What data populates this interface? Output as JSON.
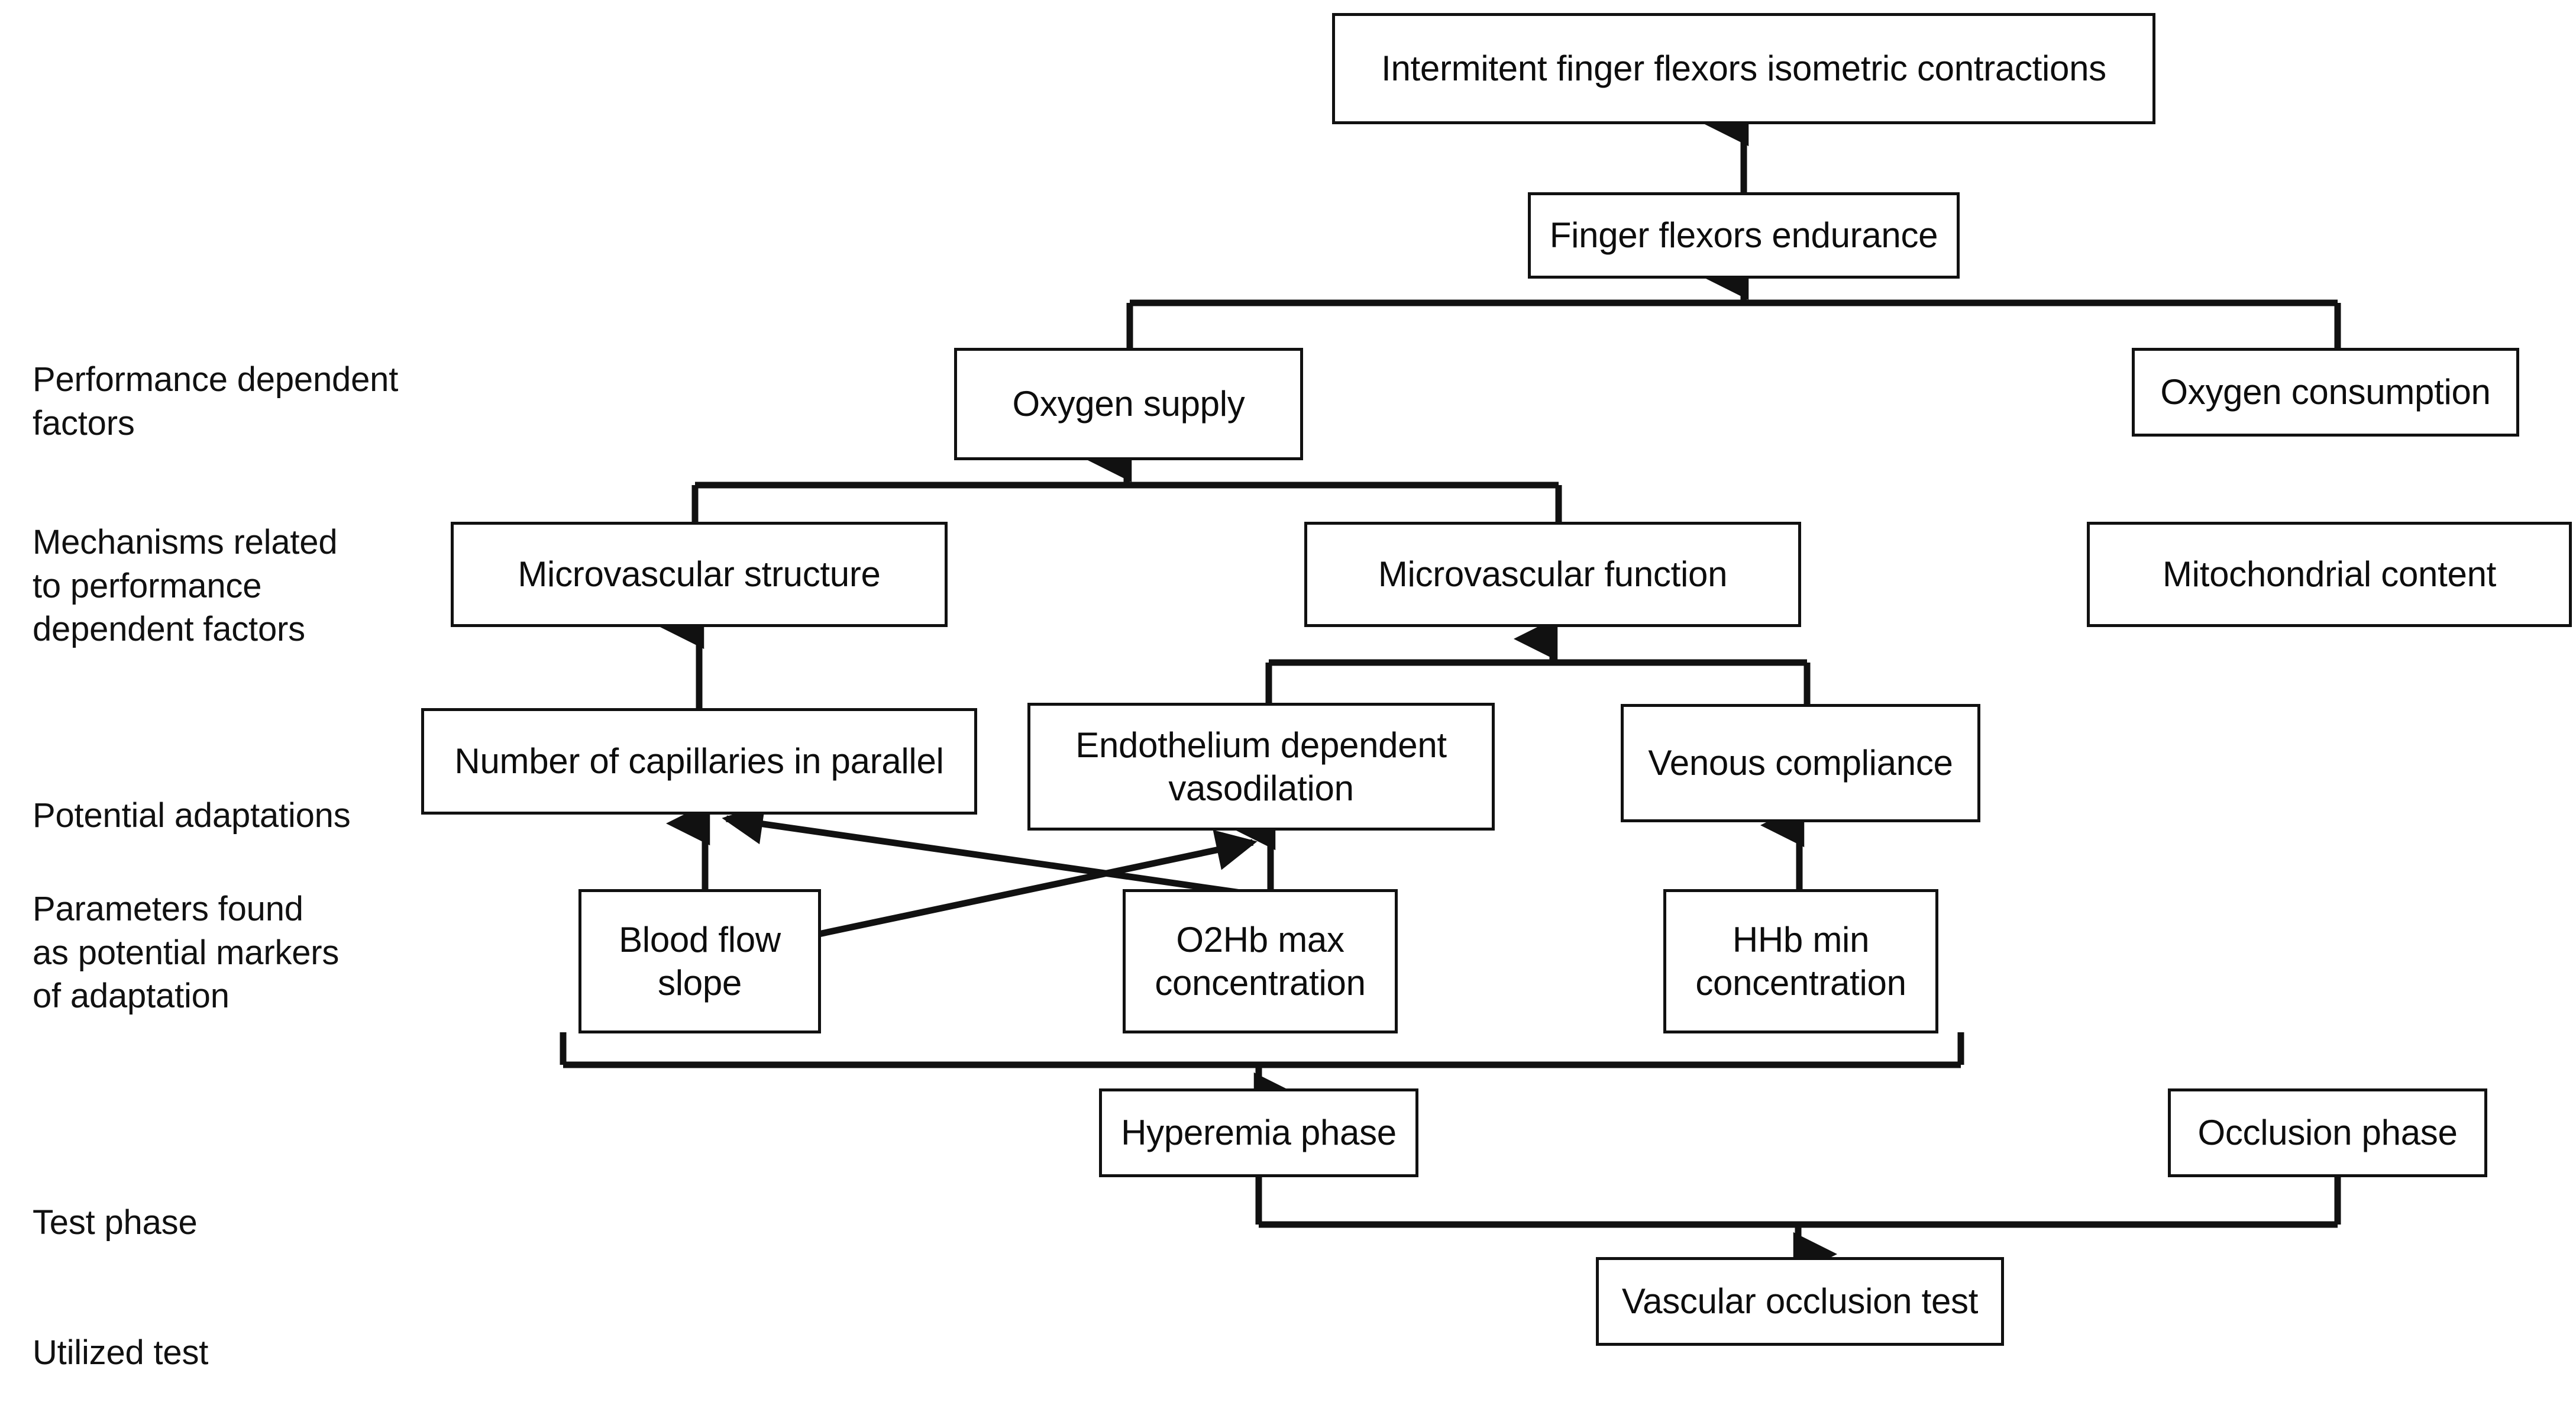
{
  "diagram": {
    "title_present": false,
    "background_color": "#ffffff",
    "line_color": "#111111",
    "box_border_color": "#111111",
    "text_color": "#0d0d0d"
  },
  "tier_labels": [
    {
      "id": "performance-dependent-factors",
      "text": "Performance dependent\nfactors"
    },
    {
      "id": "mechanisms-related",
      "text": "Mechanisms related\nto performance\ndependent factors"
    },
    {
      "id": "potential-adaptations",
      "text": "Potential adaptations"
    },
    {
      "id": "parameters-found",
      "text": "Parameters found\nas potential markers\nof adaptation"
    },
    {
      "id": "test-phase",
      "text": "Test phase"
    },
    {
      "id": "utilized-test",
      "text": "Utilized test"
    }
  ],
  "nodes": [
    {
      "id": "intermittent-contractions",
      "label": "Intermitent finger flexors isometric contractions"
    },
    {
      "id": "finger-flexors-endurance",
      "label": "Finger flexors endurance"
    },
    {
      "id": "oxygen-supply",
      "label": "Oxygen supply"
    },
    {
      "id": "oxygen-consumption",
      "label": "Oxygen consumption"
    },
    {
      "id": "microvascular-structure",
      "label": "Microvascular structure"
    },
    {
      "id": "microvascular-function",
      "label": "Microvascular function"
    },
    {
      "id": "mitochondrial-content",
      "label": "Mitochondrial content"
    },
    {
      "id": "number-of-capillaries",
      "label": "Number of capillaries in parallel"
    },
    {
      "id": "endothelium-dependent-vasodilation",
      "label": "Endothelium dependent vasodilation"
    },
    {
      "id": "venous-compliance",
      "label": "Venous compliance"
    },
    {
      "id": "blood-flow-slope",
      "label": "Blood flow slope"
    },
    {
      "id": "o2hb-max-concentration",
      "label": "O2Hb max concentration"
    },
    {
      "id": "hhb-min-concentration",
      "label": "HHb min concentration"
    },
    {
      "id": "hyperemia-phase",
      "label": "Hyperemia phase"
    },
    {
      "id": "occlusion-phase",
      "label": "Occlusion phase"
    },
    {
      "id": "vascular-occlusion-test",
      "label": "Vascular occlusion test"
    }
  ],
  "edges": [
    {
      "from": "finger-flexors-endurance",
      "to": "intermittent-contractions",
      "kind": "arrow-up"
    },
    {
      "from": "oxygen-supply",
      "to": "finger-flexors-endurance",
      "kind": "bus-up"
    },
    {
      "from": "oxygen-consumption",
      "to": "finger-flexors-endurance",
      "kind": "bus-up"
    },
    {
      "from": "microvascular-structure",
      "to": "oxygen-supply",
      "kind": "bus-up"
    },
    {
      "from": "microvascular-function",
      "to": "oxygen-supply",
      "kind": "bus-up"
    },
    {
      "from": "number-of-capillaries",
      "to": "microvascular-structure",
      "kind": "arrow-up"
    },
    {
      "from": "endothelium-dependent-vasodilation",
      "to": "microvascular-function",
      "kind": "bus-up"
    },
    {
      "from": "venous-compliance",
      "to": "microvascular-function",
      "kind": "bus-up"
    },
    {
      "from": "blood-flow-slope",
      "to": "number-of-capillaries",
      "kind": "arrow-up"
    },
    {
      "from": "blood-flow-slope",
      "to": "endothelium-dependent-vasodilation",
      "kind": "arrow-diagonal"
    },
    {
      "from": "o2hb-max-concentration",
      "to": "number-of-capillaries",
      "kind": "arrow-diagonal"
    },
    {
      "from": "o2hb-max-concentration",
      "to": "endothelium-dependent-vasodilation",
      "kind": "arrow-up"
    },
    {
      "from": "hhb-min-concentration",
      "to": "venous-compliance",
      "kind": "arrow-up"
    },
    {
      "from": "hyperemia-phase",
      "to": "blood-flow-slope",
      "kind": "bus-down"
    },
    {
      "from": "hyperemia-phase",
      "to": "o2hb-max-concentration",
      "kind": "bus-down"
    },
    {
      "from": "hyperemia-phase",
      "to": "hhb-min-concentration",
      "kind": "bus-down"
    },
    {
      "from": "vascular-occlusion-test",
      "to": "hyperemia-phase",
      "kind": "bus-down"
    },
    {
      "from": "vascular-occlusion-test",
      "to": "occlusion-phase",
      "kind": "bus-down"
    }
  ]
}
